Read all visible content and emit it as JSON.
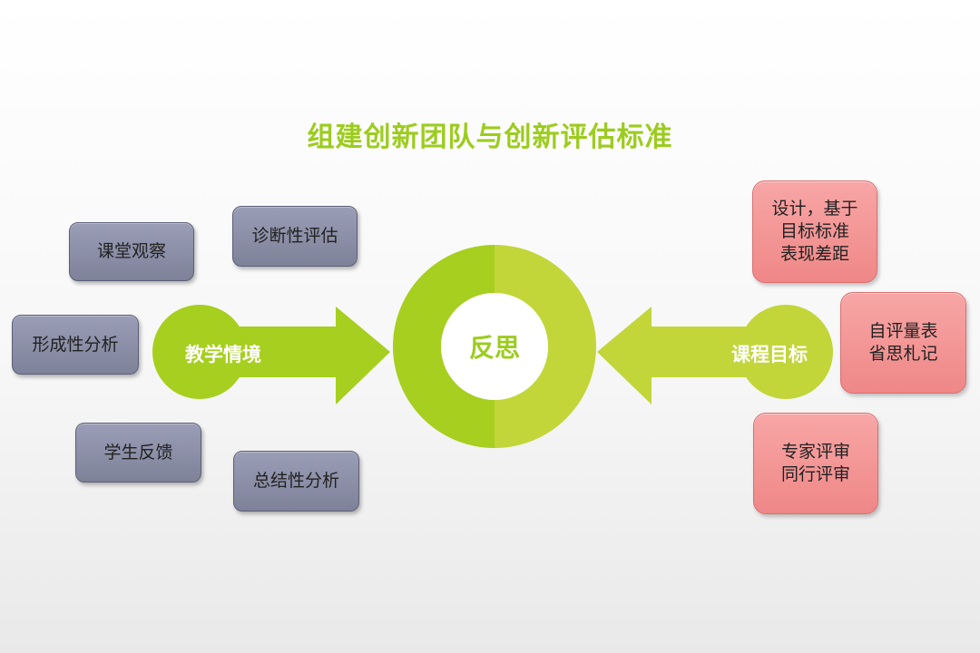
{
  "title": "组建创新团队与创新评估标准",
  "center": {
    "label": "反思"
  },
  "left_arrow": {
    "label": "教学情境"
  },
  "right_arrow": {
    "label": "课程目标"
  },
  "left_items": [
    "课堂观察",
    "诊断性评估",
    "形成性分析",
    "学生反馈",
    "总结性分析"
  ],
  "right_items": [
    "设计，基于\n目标标准\n表现差距",
    "自评量表\n省思札记",
    "专家评审\n同行评审"
  ],
  "colors": {
    "accent_green": "#a6cf1f",
    "light_green": "#c2d63a",
    "grey_box": "#8a8ea6",
    "red_box": "#f29a9a"
  }
}
